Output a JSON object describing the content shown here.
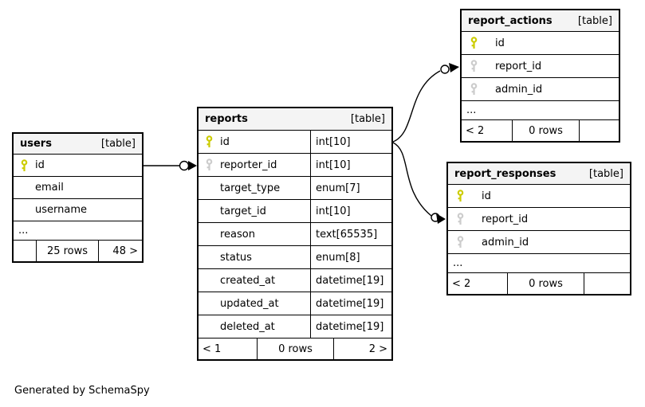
{
  "diagram": {
    "footer_note": "Generated by SchemaSpy"
  },
  "colors": {
    "header_bg": "#f4f4f4",
    "border": "#000000",
    "pk_key": "#cccc00",
    "fk_key": "#cccccc"
  },
  "tables": [
    {
      "id": "users",
      "name": "users",
      "tag": "[table]",
      "columns": [
        {
          "name": "id",
          "key": "pk"
        },
        {
          "name": "email",
          "key": null
        },
        {
          "name": "username",
          "key": null
        }
      ],
      "ellipsis": "...",
      "footer": {
        "left": "",
        "center": "25 rows",
        "right": "48 >"
      }
    },
    {
      "id": "reports",
      "name": "reports",
      "tag": "[table]",
      "has_types": true,
      "columns": [
        {
          "name": "id",
          "key": "pk",
          "type": "int[10]"
        },
        {
          "name": "reporter_id",
          "key": "fk",
          "type": "int[10]"
        },
        {
          "name": "target_type",
          "key": null,
          "type": "enum[7]"
        },
        {
          "name": "target_id",
          "key": null,
          "type": "int[10]"
        },
        {
          "name": "reason",
          "key": null,
          "type": "text[65535]"
        },
        {
          "name": "status",
          "key": null,
          "type": "enum[8]"
        },
        {
          "name": "created_at",
          "key": null,
          "type": "datetime[19]"
        },
        {
          "name": "updated_at",
          "key": null,
          "type": "datetime[19]"
        },
        {
          "name": "deleted_at",
          "key": null,
          "type": "datetime[19]"
        }
      ],
      "ellipsis": null,
      "footer": {
        "left": "< 1",
        "center": "0 rows",
        "right": "2 >"
      }
    },
    {
      "id": "report_actions",
      "name": "report_actions",
      "tag": "[table]",
      "wide_gap": true,
      "columns": [
        {
          "name": "id",
          "key": "pk"
        },
        {
          "name": "report_id",
          "key": "fk"
        },
        {
          "name": "admin_id",
          "key": "fk"
        }
      ],
      "ellipsis": "...",
      "footer": {
        "left": "< 2",
        "center": "0 rows",
        "right": ""
      }
    },
    {
      "id": "report_responses",
      "name": "report_responses",
      "tag": "[table]",
      "wide_gap": true,
      "columns": [
        {
          "name": "id",
          "key": "pk"
        },
        {
          "name": "report_id",
          "key": "fk"
        },
        {
          "name": "admin_id",
          "key": "fk"
        }
      ],
      "ellipsis": "...",
      "footer": {
        "left": "< 2",
        "center": "0 rows",
        "right": ""
      }
    }
  ],
  "relationships": [
    {
      "from": "users.id",
      "to": "reports.reporter_id"
    },
    {
      "from": "reports.id",
      "to": "report_actions.report_id"
    },
    {
      "from": "reports.id",
      "to": "report_responses.report_id"
    }
  ]
}
